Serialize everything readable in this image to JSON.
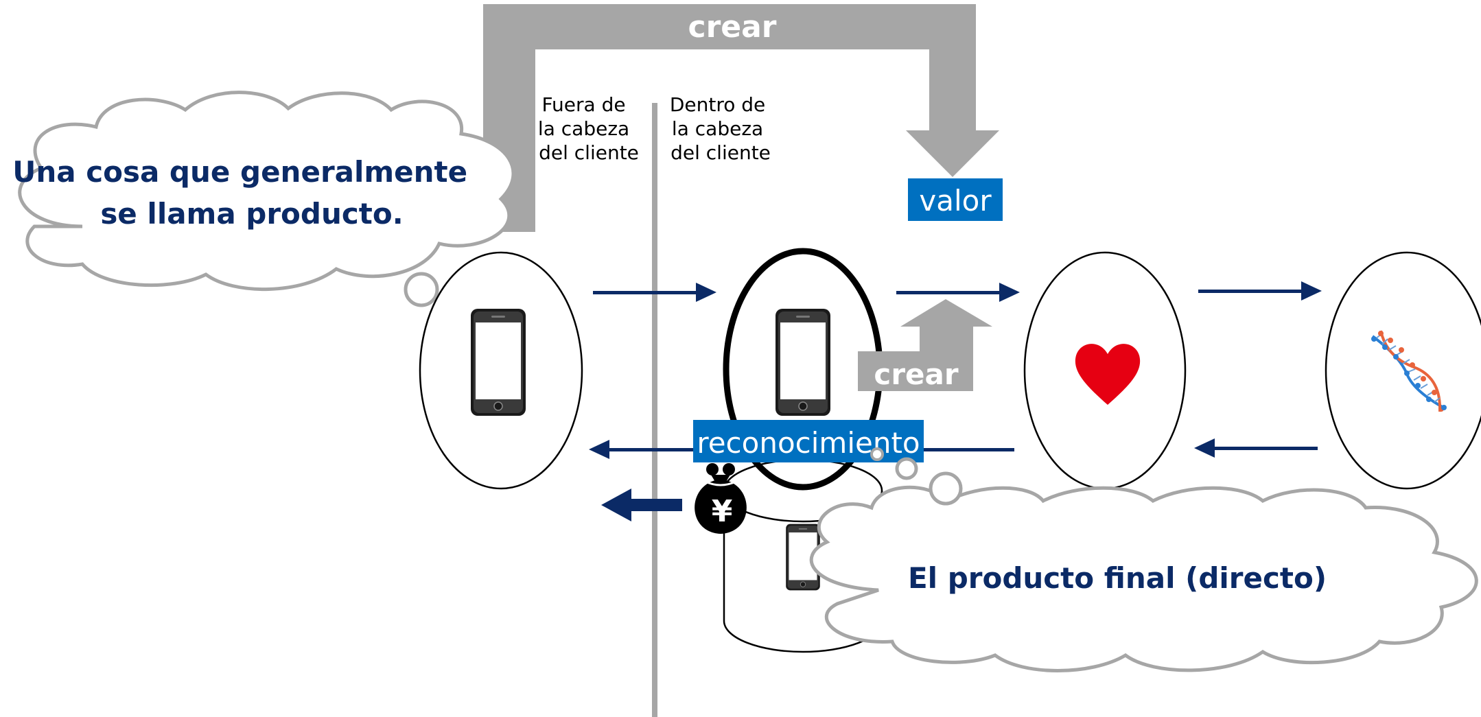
{
  "labels": {
    "crear_top": "crear",
    "crear_small": "crear",
    "valor": "valor",
    "reconocimiento": "reconocimiento",
    "outside_head": [
      "Fuera de",
      "la cabeza",
      "del cliente"
    ],
    "inside_head": [
      "Dentro de",
      "la cabeza",
      "del cliente"
    ],
    "cloud_left": [
      "Una cosa que generalmente",
      "se llama producto."
    ],
    "cloud_right": "El producto final (directo)",
    "yen_symbol": "¥"
  },
  "colors": {
    "navy": "#0b2a66",
    "gray": "#a6a6a6",
    "blue_label": "#0070c0",
    "heart": "#e60012",
    "black": "#000000"
  },
  "icons": [
    "smartphone-icon",
    "heart-icon",
    "dna-icon",
    "money-bag-icon"
  ]
}
